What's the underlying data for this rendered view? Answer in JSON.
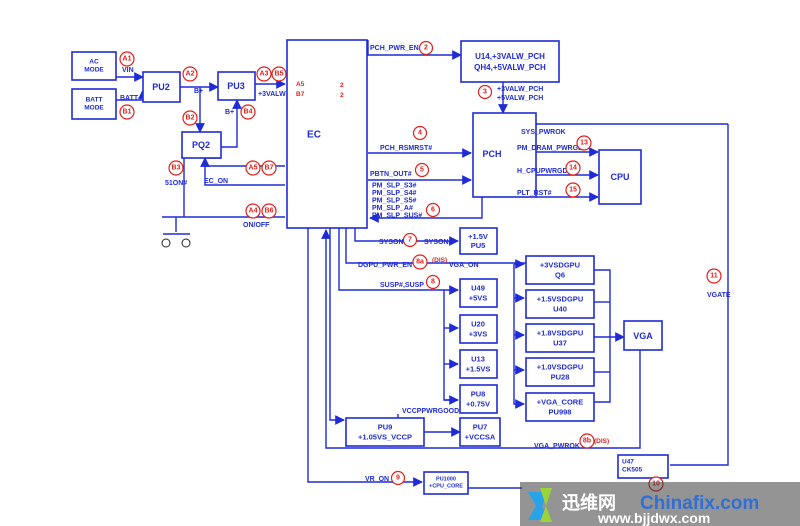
{
  "blocks": {
    "ac_mode": "AC\nMODE",
    "batt_mode": "BATT\nMODE",
    "pu2": "PU2",
    "pu3": "PU3",
    "pq2": "PQ2",
    "ec": "EC",
    "u14": "U14,+3VALW_PCH\nQH4,+5VALW_PCH",
    "pch": "PCH",
    "cpu": "CPU",
    "pu5": "+1.5V\nPU5",
    "u49": "U49\n+5VS",
    "u20": "U20\n+3VS",
    "u13": "U13\n+1.5VS",
    "pu8": "PU8\n+0.75V",
    "pu9": "PU9\n+1.05VS_VCCP",
    "pu7": "PU7\n+VCCSA",
    "q6": "+3VSDGPU\nQ6",
    "u40": "+1.5VSDGPU\nU40",
    "u37": "+1.8VSDGPU\nU37",
    "pu28": "+1.0VSDGPU\nPU28",
    "pu998": "+VGA_CORE\nPU998",
    "vga": "VGA",
    "u47": "U47\nCK505",
    "pu1000": "PU1000\n+CPU_CORE"
  },
  "signals": {
    "vin": "VIN",
    "batt_plus": "BATT+",
    "b_plus_1": "B+",
    "b_plus_2": "B+",
    "plus3valw": "+3VALW",
    "a5": "A5",
    "b7": "B7",
    "ec_out_2a": "2",
    "ec_out_2b": "2",
    "sion": "51ON#",
    "ec_on": "EC_ON",
    "onoff": "ON/OFF",
    "pch_pwr_en": "PCH_PWR_EN#",
    "plus3valw_pch": "+3VALW_PCH",
    "plus5valw_pch": "+5VALW_PCH",
    "sys_pwrok": "SYS_PWROK",
    "pm_dram_pwrgd": "PM_DRAM_PWRGD",
    "h_cpupwrgd": "H_CPUPWRGD",
    "plt_rst": "PLT_RST#",
    "pch_rsmrst": "PCH_RSMRST#",
    "pbtn_out": "PBTN_OUT#",
    "pm_slp": "PM_SLP_S3#\nPM_SLP_S4#\nPM_SLP_S5#\nPM_SLP_A#\nPM_SLP_SUS#",
    "syson_1": "SYSON",
    "syson_2": "SYSON#",
    "dgpu_pwr_en": "DGPU_PWR_EN",
    "dis_1": "(DIS)",
    "vga_on": "VGA_ON",
    "susp": "SUSP#,SUSP",
    "vccppwrgood": "VCCPPWRGOOD",
    "vga_pwrok": "VGA_PWROK",
    "dis_2": "(DIS)",
    "vgate": "VGATE",
    "vr_on": "VR_ON"
  },
  "badges": [
    "A1",
    "B1",
    "A2",
    "A3",
    "B5",
    "B2",
    "B4",
    "B3",
    "A5",
    "B7",
    "A4",
    "B6",
    "2",
    "3",
    "4",
    "5",
    "6",
    "7",
    "8a",
    "8",
    "8b",
    "9",
    "10",
    "11",
    "13",
    "14",
    "15"
  ],
  "watermark": {
    "cn": "迅维网",
    "en": "Chinafix.com",
    "url": "www.bjjdwx.com"
  },
  "colors": {
    "wire": "#1f2bd6",
    "badge": "#e0201b"
  }
}
